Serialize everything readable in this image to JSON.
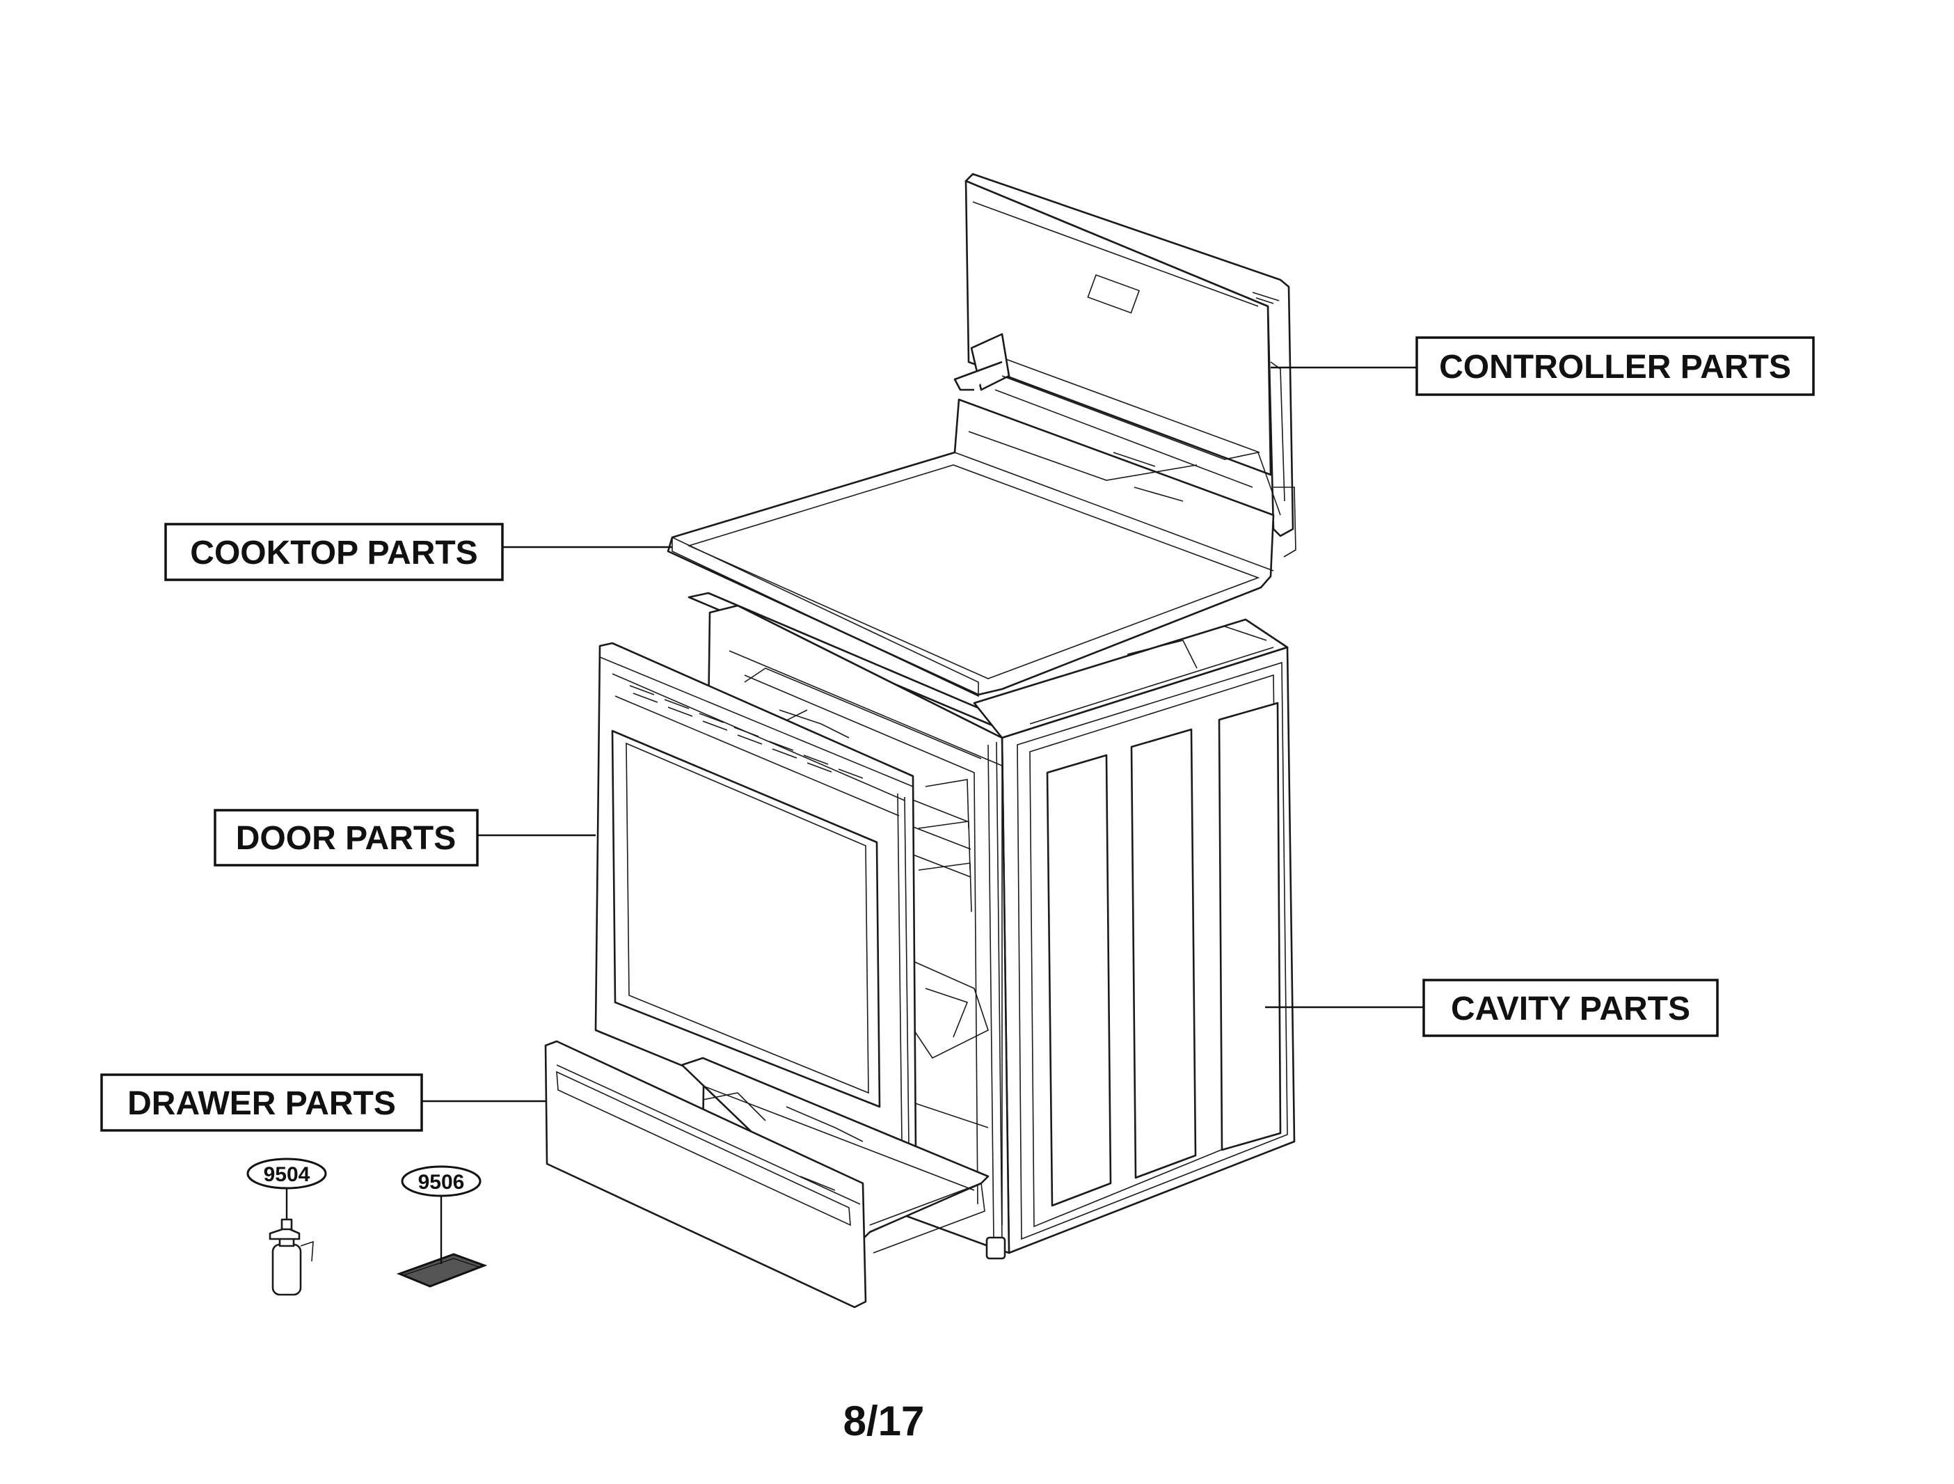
{
  "labels": {
    "controller": "CONTROLLER PARTS",
    "cooktop": "COOKTOP PARTS",
    "door": "DOOR PARTS",
    "cavity": "CAVITY PARTS",
    "drawer": "DRAWER PARTS"
  },
  "part_numbers": {
    "sprayer": "9504",
    "pad": "9506"
  },
  "page_number": "8/17"
}
